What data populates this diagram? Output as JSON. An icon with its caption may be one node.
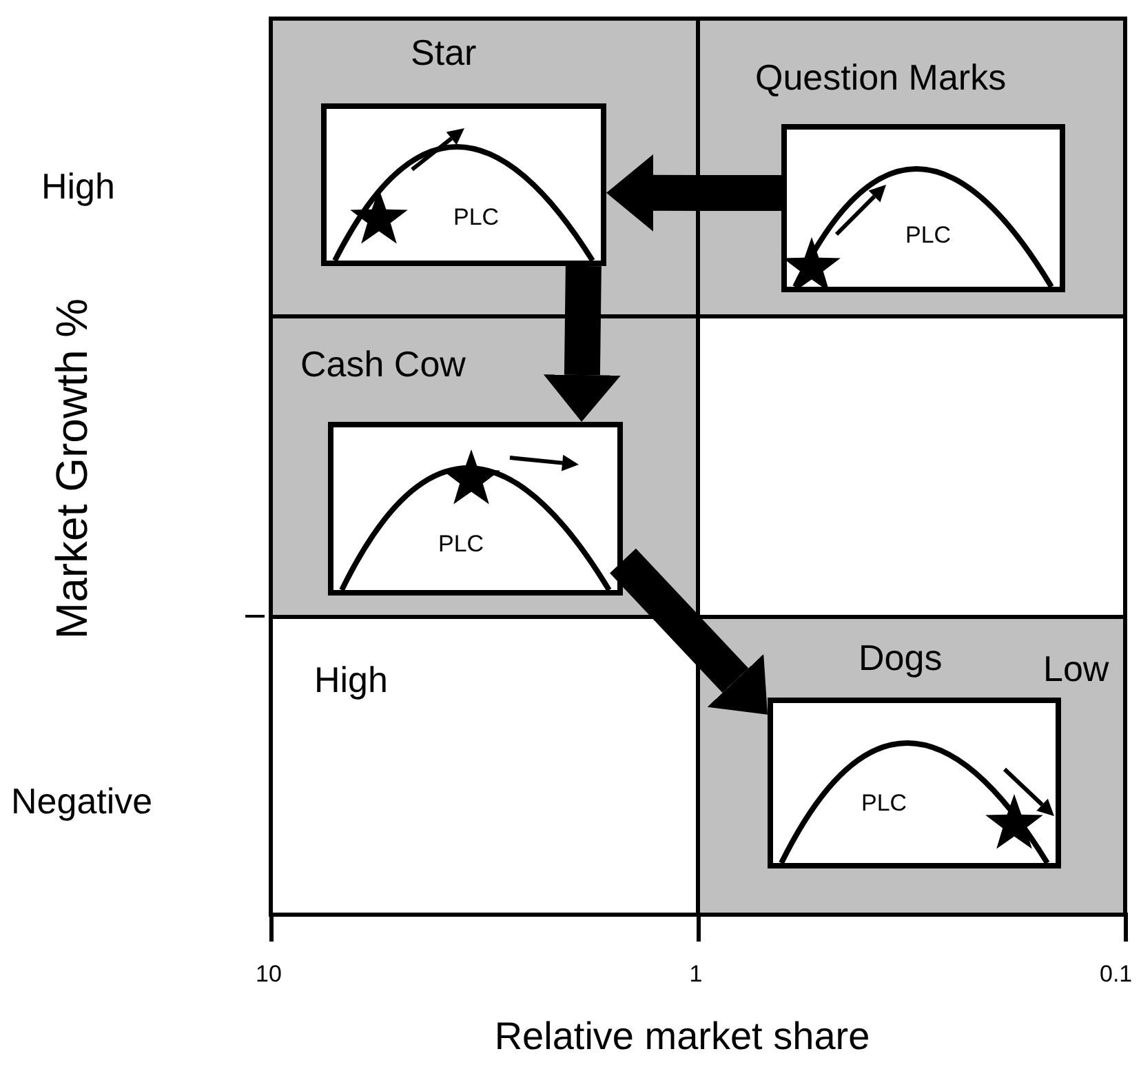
{
  "diagram": {
    "nodes": [
      {
        "text": [
          "Star"
        ]
      },
      {
        "text": [
          "PLC"
        ],
        "in": 0
      },
      {
        "text": [
          "Question Marks"
        ]
      },
      {
        "text": [
          "PLC"
        ],
        "in": 2
      },
      {
        "text": [
          "Cash Cow"
        ]
      },
      {
        "text": [
          "PLC"
        ],
        "in": 4
      },
      {
        "text": [
          "Dogs"
        ]
      },
      {
        "text": [
          "PLC"
        ],
        "in": 6
      }
    ],
    "edges": [
      {
        "from": 3,
        "to": 1,
        "arrow": "to"
      },
      {
        "from": 1,
        "to": 5,
        "arrow": "to"
      },
      {
        "from": 5,
        "to": 7,
        "arrow": "to"
      }
    ],
    "labels": [
      "High",
      "Market Growth %",
      "High",
      "Low",
      "Negative",
      "10",
      "1",
      "0.1",
      "Relative market share"
    ]
  }
}
